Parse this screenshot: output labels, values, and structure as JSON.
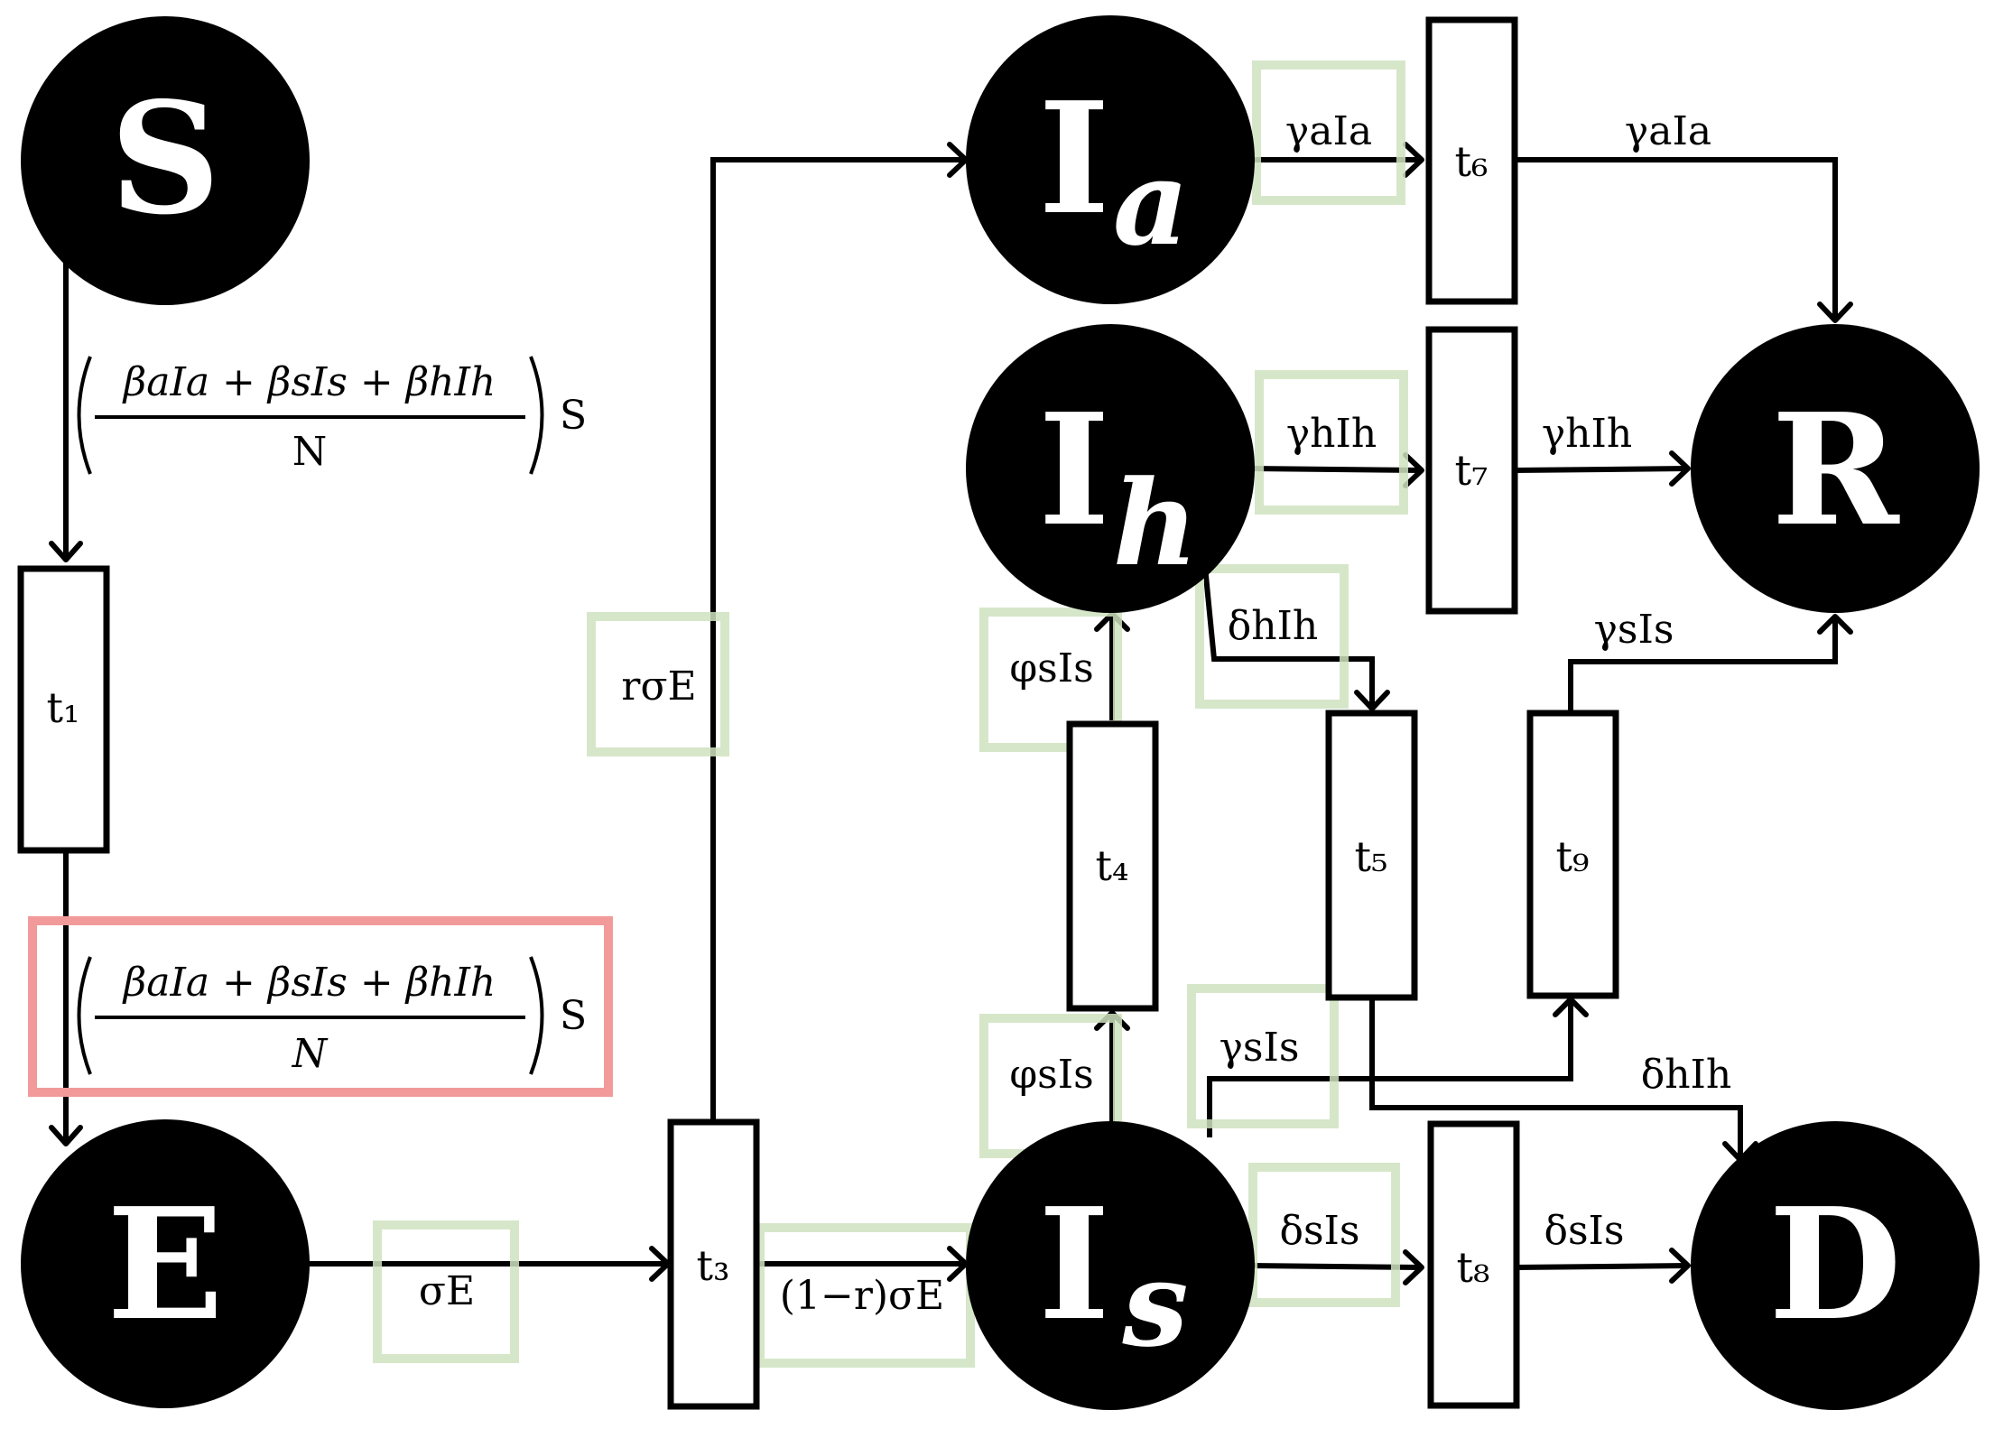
{
  "nodes": {
    "S": {
      "label": "S"
    },
    "E": {
      "label": "E"
    },
    "Ia": {
      "label": "I",
      "sub": "a"
    },
    "Ih": {
      "label": "I",
      "sub": "h"
    },
    "Is": {
      "label": "I",
      "sub": "s"
    },
    "R": {
      "label": "R"
    },
    "D": {
      "label": "D"
    }
  },
  "transitions": {
    "t1": "t₁",
    "t3": "t₃",
    "t4": "t₄",
    "t5": "t₅",
    "t6": "t₆",
    "t7": "t₇",
    "t8": "t₈",
    "t9": "t₉"
  },
  "rates": {
    "force_numer": "βaIa + βsIs + βhIh",
    "force_denom_1": "N",
    "force_denom_2": "N",
    "force_factor": "S",
    "r_sigma_E": "rσE",
    "sigma_E": "σE",
    "one_minus_r_sigma_E": "(1−r)σE",
    "gamma_a_Ia_in": "γaIa",
    "gamma_a_Ia_out": "γaIa",
    "gamma_h_Ih_in": "γhIh",
    "gamma_h_Ih_out": "γhIh",
    "delta_h_Ih_in": "δhIh",
    "delta_h_Ih_out": "δhIh",
    "phi_s_Is_top": "φsIs",
    "phi_s_Is_bottom": "φsIs",
    "gamma_s_Is_in": "γsIs",
    "gamma_s_Is_out": "γsIs",
    "delta_s_Is_in": "δsIs",
    "delta_s_Is_out": "δsIs"
  },
  "colors": {
    "node_fill": "#000000",
    "highlight_green": "#cfe3bf",
    "highlight_red": "#f29a9a"
  }
}
